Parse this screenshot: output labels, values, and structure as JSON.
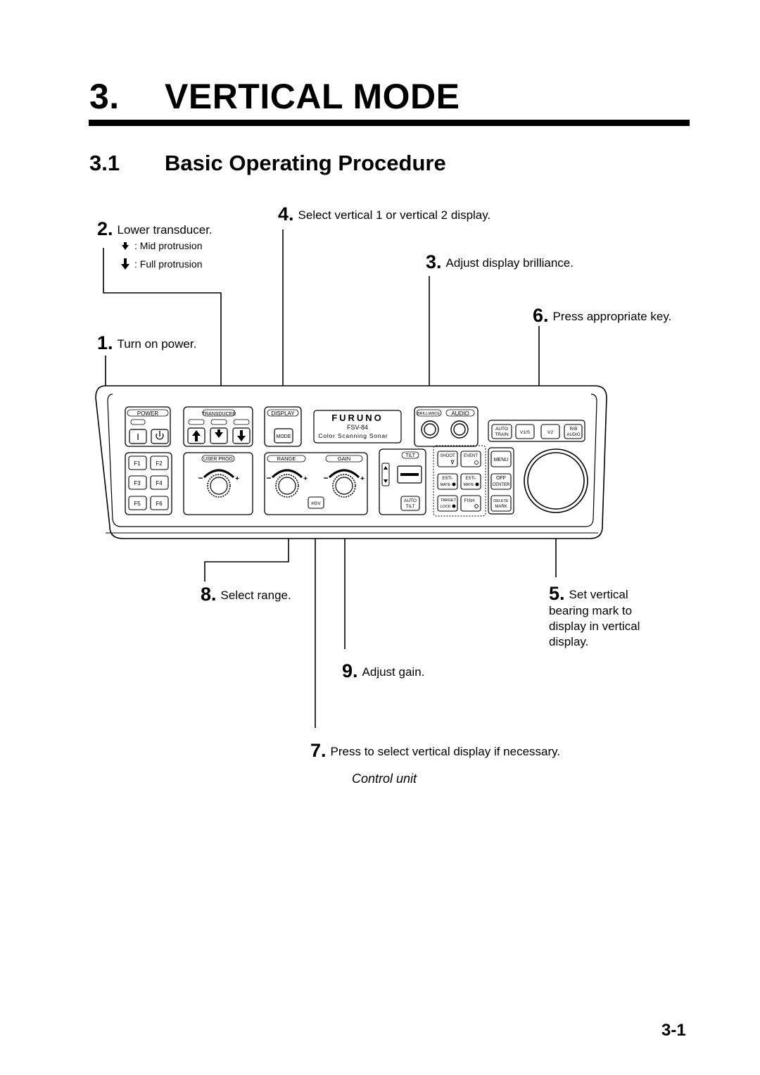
{
  "chapter": {
    "number": "3.",
    "title": "VERTICAL MODE"
  },
  "section": {
    "number": "3.1",
    "title": "Basic Operating Procedure"
  },
  "steps": {
    "s1": {
      "n": "1.",
      "text": "Turn on power."
    },
    "s2": {
      "n": "2.",
      "text": "Lower transducer.",
      "sub1": ": Mid protrusion",
      "sub2": ": Full protrusion"
    },
    "s3": {
      "n": "3.",
      "text": "Adjust display brilliance."
    },
    "s4": {
      "n": "4.",
      "text": "Select vertical 1 or vertical 2 display."
    },
    "s5": {
      "n": "5.",
      "line1": "Set vertical",
      "line2": "bearing mark to",
      "line3": "display in vertical",
      "line4": "display."
    },
    "s6": {
      "n": "6.",
      "text": "Press appropriate key."
    },
    "s7": {
      "n": "7.",
      "text": "Press to select vertical display if necessary."
    },
    "s8": {
      "n": "8.",
      "text": "Select range."
    },
    "s9": {
      "n": "9.",
      "text": "Adjust gain."
    }
  },
  "caption": "Control unit",
  "page_number": "3-1",
  "panel": {
    "power_label": "POWER",
    "power_on_key": "I",
    "transducer_label": "TRANSDUCER",
    "display_label": "DISPLAY",
    "mode_key": "MODE",
    "brand": "FURUNO",
    "model": "FSV-84",
    "product": "Color Scanning Sonar",
    "brilliance_label": "BRILLIANCE",
    "audio_label": "AUDIO",
    "auto_train_1": "AUTO",
    "auto_train_2": "TRAIN",
    "v1s_key": "V1/S",
    "v2_key": "V2",
    "rb_audio_1": "R/B",
    "rb_audio_2": "AUDIO",
    "f1": "F1",
    "f2": "F2",
    "f3": "F3",
    "f4": "F4",
    "f5": "F5",
    "f6": "F6",
    "user_prog_label": "USER PROG",
    "range_label": "RANGE",
    "gain_label": "GAIN",
    "hsv_key": "HSV",
    "tilt_label": "TILT",
    "auto_tilt_1": "AUTO",
    "auto_tilt_2": "TILT",
    "shoot_key": "SHOOT",
    "event_key": "EVENT",
    "menu_key": "MENU",
    "esti_1": "ESTI-",
    "esti_2": "MATE",
    "off_center_1": "OFF",
    "off_center_2": "CENTER",
    "target_lock_1": "TARGET",
    "target_lock_2": "LOCK",
    "fish_key": "FISH",
    "delete_mark_1": "DELETE",
    "delete_mark_2": "MARK"
  }
}
